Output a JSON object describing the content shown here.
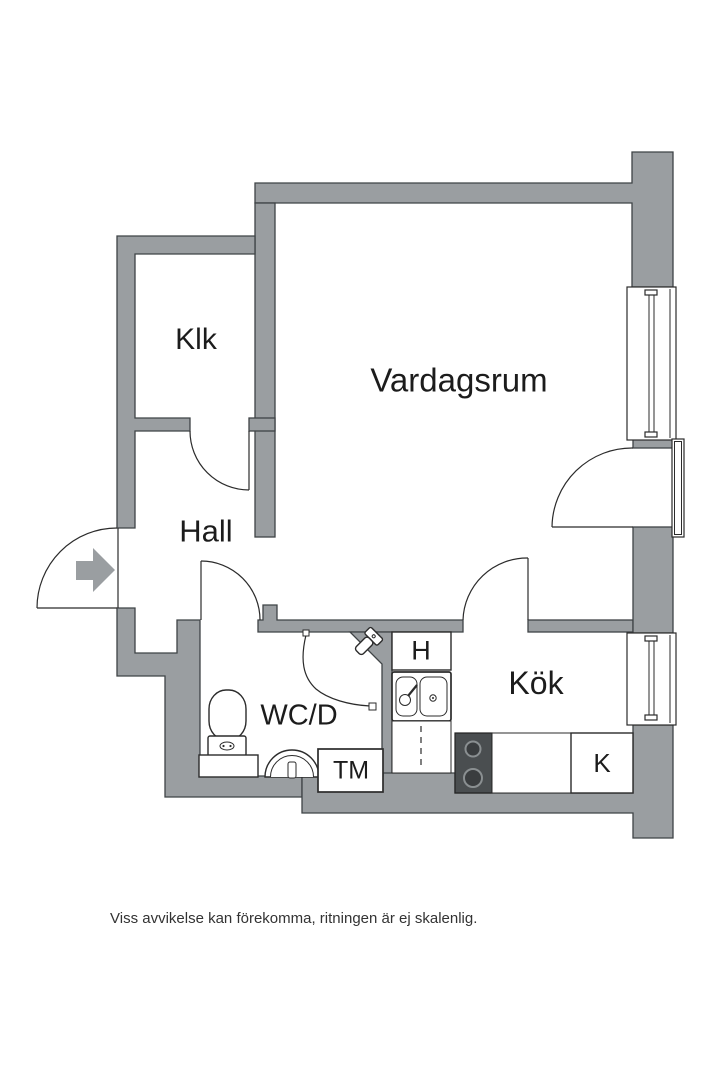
{
  "plan": {
    "rooms": [
      {
        "id": "klk",
        "label": "Klk"
      },
      {
        "id": "vardagsrum",
        "label": "Vardagsrum"
      },
      {
        "id": "hall",
        "label": "Hall"
      },
      {
        "id": "wcd",
        "label": "WC/D"
      },
      {
        "id": "kok",
        "label": "Kök"
      }
    ],
    "fixtures": [
      {
        "id": "tm",
        "label": "TM"
      },
      {
        "id": "h",
        "label": "H"
      },
      {
        "id": "k",
        "label": "K"
      }
    ],
    "disclaimer": "Viss avvikelse kan förekomma, ritningen är ej skalenlig.",
    "colors": {
      "wall_fill": "#9A9EA1",
      "wall_outline": "#3F4346",
      "line": "#2B2B2B",
      "stove_fill": "#4A4E50",
      "text": "#1C1C1C",
      "background": "#FFFFFF"
    }
  }
}
